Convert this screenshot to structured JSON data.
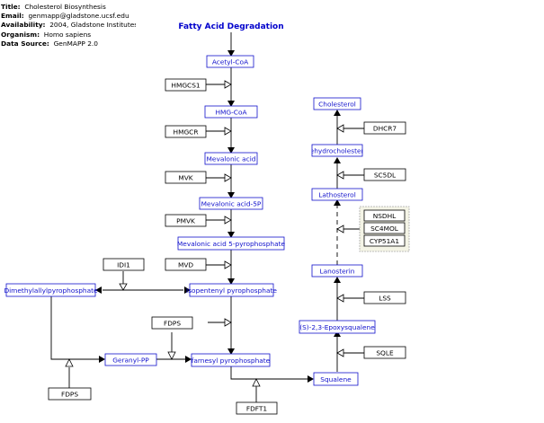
{
  "header": {
    "title_label": "Title:",
    "title_value": "Cholesterol Biosynthesis",
    "email_label": "Email:",
    "email_value": "genmapp@gladstone.ucsf.edu",
    "availability_label": "Availability:",
    "availability_value": "2004, Gladstone Institutes",
    "organism_label": "Organism:",
    "organism_value": "Homo sapiens",
    "source_label": "Data Source:",
    "source_value": "GenMAPP 2.0"
  },
  "pathway": {
    "label": "Fatty Acid Degradation",
    "label_color": "#0000cc",
    "metabolite_color": "#1111cc",
    "metabolites": {
      "acetyl_coa": "Acetyl-CoA",
      "hmg_coa": "HMG-CoA",
      "mevalonic_acid": "Mevalonic acid",
      "mevalonic_acid_5p": "Mevalonic acid-5P",
      "mevalonic_acid_5pp": "Mevalonic acid 5-pyrophosphate",
      "isopentenyl_pp": "Isopentenyl pyrophosphate",
      "dimethylallyl_pp": "Dimethylallylpyrophosphate",
      "geranyl_pp": "Geranyl-PP",
      "farnesyl_pp": "farnesyl pyrophosphate",
      "squalene": "Squalene",
      "epoxysqualene": "(S)-2,3-Epoxysqualene",
      "lanosterin": "Lanosterin",
      "lathosterol": "Lathosterol",
      "dehydrocholesterol": "Dehydrocholesterol",
      "cholesterol": "Cholesterol"
    },
    "genes": {
      "hmgcs1": "HMGCS1",
      "hmgcr": "HMGCR",
      "mvk": "MVK",
      "pmvk": "PMVK",
      "mvd": "MVD",
      "idi1": "IDI1",
      "fdps_upper": "FDPS",
      "fdps_lower": "FDPS",
      "fdft1": "FDFT1",
      "sqle": "SQLE",
      "lss": "LSS",
      "nsdhl": "NSDHL",
      "sc4mol": "SC4MOL",
      "cyp51a1": "CYP51A1",
      "sc5dl": "SC5DL",
      "dhcr7": "DHCR7"
    }
  }
}
